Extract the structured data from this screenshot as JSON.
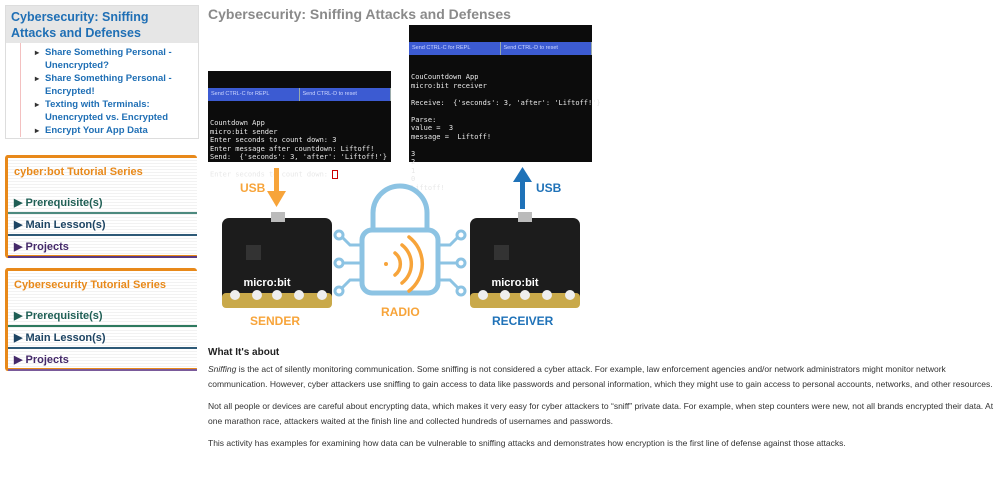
{
  "toc": {
    "title": "Cybersecurity: Sniffing Attacks and Defenses",
    "items": [
      "Share Something Personal - Unencrypted?",
      "Share Something Personal - Encrypted!",
      "Texting with Terminals: Unencrypted vs. Encrypted",
      "Encrypt Your App Data"
    ]
  },
  "series": [
    {
      "title": "cyber:bot Tutorial Series",
      "rows": [
        "Prerequisite(s)",
        "Main Lesson(s)",
        "Projects"
      ]
    },
    {
      "title": "Cybersecurity Tutorial Series",
      "rows": [
        "Prerequisite(s)",
        "Main Lesson(s)",
        "Projects"
      ]
    }
  ],
  "main": {
    "title": "Cybersecurity: Sniffing Attacks and Defenses",
    "terminal_sender": {
      "btn1": "Send CTRL-C for REPL",
      "btn2": "Send CTRL-D to reset",
      "text": "Countdown App\nmicro:bit sender\nEnter seconds to count down: 3\nEnter message after countdown: Liftoff!\nSend:  {'seconds': 3, 'after': 'Liftoff!'}\n\nEnter seconds to count down: "
    },
    "terminal_receiver": {
      "btn1": "Send CTRL-C for REPL",
      "btn2": "Send CTRL-D to reset",
      "text": "CouCountdown App\nmicro:bit receiver\n\nReceive:  {'seconds': 3, 'after': 'Liftoff!'}\n\nParse:\nvalue =  3\nmessage =  Liftoff!\n\n3\n2\n1\n0\nLiftoff!"
    },
    "diagram": {
      "usb_left": "USB",
      "usb_right": "USB",
      "sender": "SENDER",
      "radio": "RADIO",
      "receiver": "RECEIVER",
      "board_logo": "micro:bit",
      "colors": {
        "orange": "#f7a43a",
        "blue": "#1f72b8",
        "lock": "#8cc3e3"
      }
    },
    "section_heading": "What It's about",
    "p1_em": "Sniffing",
    "p1": " is the act of silently monitoring communication.  Some sniffing is not considered a cyber attack.  For example, law enforcement agencies and/or network administrators might monitor network communication.  However, cyber attackers use sniffing to gain access to data like passwords and personal information, which they might use to gain access to personal accounts, networks, and other resources.",
    "p2": "Not all people or devices are careful about encrypting data, which makes it very easy for cyber attackers to “sniff” private data.  For example, when step counters were new, not all brands encrypted their data.  At one marathon race, attackers waited at the finish line and collected hundreds of usernames and passwords.",
    "p3": "This activity has examples for examining how data can be vulnerable to sniffing attacks and demonstrates how encryption is the first line of defense against those attacks."
  }
}
